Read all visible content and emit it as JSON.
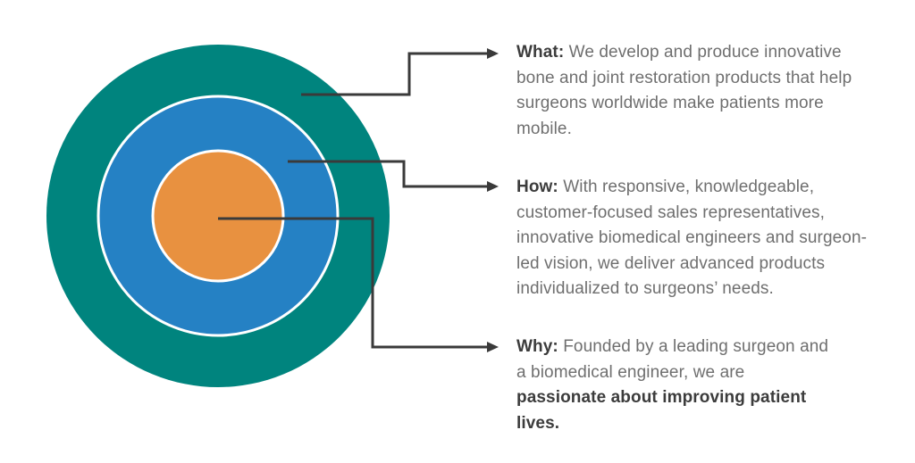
{
  "diagram": {
    "title": "what-how-why concentric circles diagram",
    "rings": [
      {
        "name": "outer-ring",
        "links_to": "What",
        "color": "#00847E"
      },
      {
        "name": "middle-ring",
        "links_to": "How",
        "color": "#2581C4"
      },
      {
        "name": "inner-ring",
        "links_to": "Why",
        "color": "#E89140"
      }
    ],
    "ring_separator_color": "#FFFFFF",
    "connector_color": "#3A3A3A"
  },
  "sections": [
    {
      "heading": "What:",
      "body": "We develop and produce innovative bone and joint restoration products that help surgeons worldwide make patients more mobile."
    },
    {
      "heading": "How:",
      "body": "With responsive, knowledgeable, customer-focused sales representatives, innovative biomedical engineers and surgeon-led vision, we deliver advanced products individualized to surgeons’ needs."
    },
    {
      "heading": "Why:",
      "body": "Founded by a leading surgeon and a biomedical engineer, we are ",
      "body_bold": "passionate about improving patient lives."
    }
  ]
}
